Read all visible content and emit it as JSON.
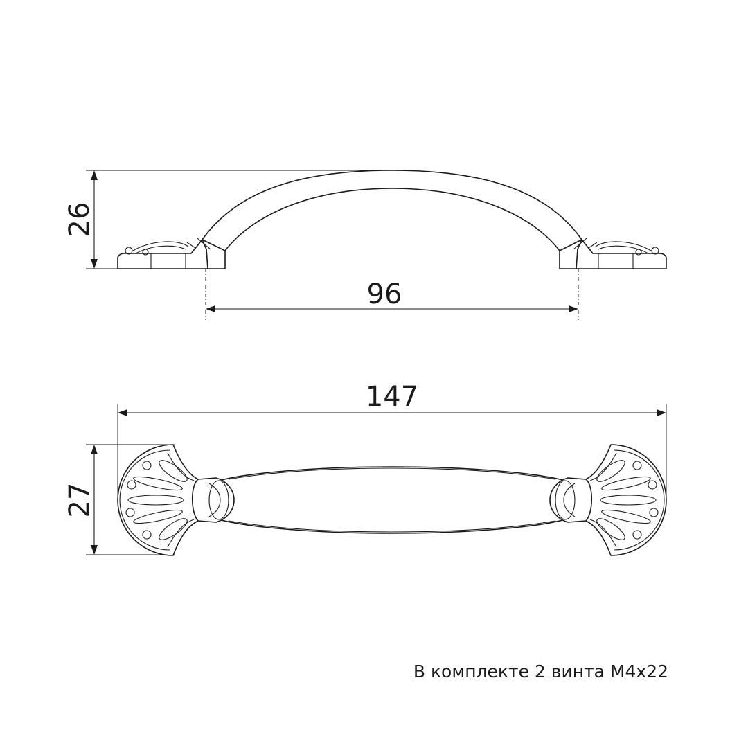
{
  "dimensions": {
    "height_side": "26",
    "hole_spacing": "96",
    "overall_length": "147",
    "height_top": "27"
  },
  "note": "В комплекте 2 винта М4х22"
}
